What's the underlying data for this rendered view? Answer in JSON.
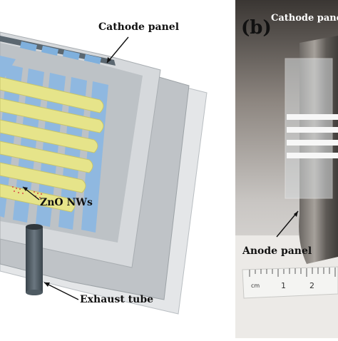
{
  "panel_a": {
    "labels": {
      "cathode_panel": "Cathode panel",
      "zno_nws": "ZnO NWs",
      "exhaust_tube": "Exhaust tube"
    }
  },
  "panel_b": {
    "letter": "(b)",
    "cathode_panel": "Cathode panel",
    "anode_panel": "Anode panel",
    "ruler": {
      "unit": "cm",
      "ticks": [
        "1",
        "2"
      ]
    }
  },
  "colors": {
    "gate_stripes": "#e6e48a",
    "cathode_electrodes": "#8fb8e0",
    "glass_panel": "#c4c8cc",
    "exhaust_tube": "#4e5a62"
  }
}
